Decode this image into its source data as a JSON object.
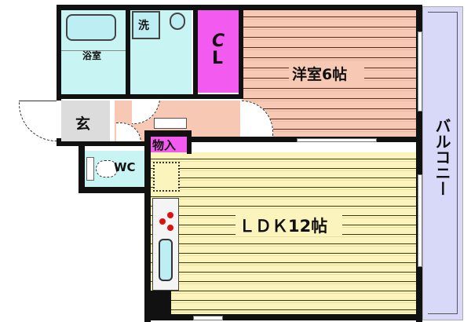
{
  "floorplan": {
    "rooms": {
      "bath": {
        "label": "浴室",
        "color": "#c8f4f4"
      },
      "washroom": {
        "label": "洗",
        "color": "#c8f4f4"
      },
      "closet": {
        "label_line1": "C",
        "label_line2": "L",
        "color": "#f25af0"
      },
      "western_room": {
        "label": "洋室6帖",
        "color": "#f7c9b4"
      },
      "entrance": {
        "label": "玄",
        "color": "#dcdcdc"
      },
      "hallway": {
        "color": "#f7c9b4"
      },
      "storage": {
        "label": "物入",
        "color": "#f25af0"
      },
      "wc": {
        "label": "WC",
        "color": "#c8f4f4"
      },
      "ldk": {
        "label": "ＬＤＫ12帖",
        "color": "#fbf5bd"
      },
      "balcony": {
        "label": "バルコニー",
        "color": "#d8d8f8"
      }
    },
    "colors": {
      "wall": "#111111",
      "stove_burner": "#dd1111",
      "sink": "#bdeef4"
    }
  }
}
